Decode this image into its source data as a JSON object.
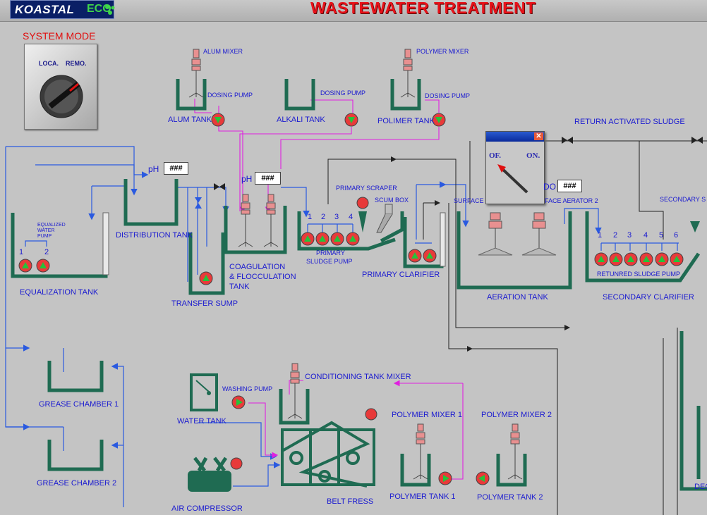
{
  "header": {
    "logo_text": "KOASTAL",
    "logo_eco": "ECO",
    "title": "WASTEWATER TREATMENT"
  },
  "system_mode": {
    "label": "SYSTEM MODE",
    "left": "LOCA.",
    "right": "REMO."
  },
  "mixers": {
    "alum_mixer": "ALUM MIXER",
    "polymer_mixer": "POLYMER MIXER",
    "conditioning_mixer": "CONDITIONING TANK MIXER",
    "polymer_mixer_1": "POLYMER MIXER 1",
    "polymer_mixer_2": "POLYMER MIXER 2"
  },
  "dosing": {
    "pump1": "DOSING PUMP",
    "pump2": "DOSING PUMP",
    "pump3": "DOSING PUMP"
  },
  "tanks": {
    "alum": "ALUM TANK",
    "alkali": "ALKALI TANK",
    "polimer": "POLIMER TANK",
    "equalization": "EQUALIZATION TANK",
    "equalized_pump": "EQUALIZED WATER PUMP",
    "distribution": "DISTRIBUTION TANK",
    "transfer_sump": "TRANSFER SUMP",
    "coag1": "COAGULATION",
    "coag2": "& FLOCCULATION",
    "coag3": "TANK",
    "primary_sludge1": "PRIMARY",
    "primary_sludge2": "SLUDGE PUMP",
    "primary_clarifier": "PRIMARY CLARIFIER",
    "primary_scraper": "PRIMARY SCRAPER",
    "scum_box": "SCUM BOX",
    "aeration": "AERATION TANK",
    "surface": "SURFACE",
    "surface_aerator2": "FACE AERATOR 2",
    "return_sludge": "RETURN ACTIVATED SLUDGE",
    "returned_pump": "RETUNRED SLUDGE PUMP",
    "secondary_clarifier": "SECONDARY CLARIFIER",
    "secondary_s": "SECONDARY S",
    "deco": "DEC",
    "grease1": "GREASE CHAMBER 1",
    "grease2": "GREASE CHAMBER 2",
    "water_tank": "WATER TANK",
    "washing_pump": "WASHING PUMP",
    "air_compressor": "AIR COMPRESSOR",
    "belt_press": "BELT FRESS",
    "polymer_tank1": "POLYMER TANK 1",
    "polymer_tank2": "POLYMER TANK 2"
  },
  "readouts": {
    "ph1_label": "pH",
    "ph1_value": "###",
    "ph2_label": "pH",
    "ph2_value": "###",
    "do_label": "DO",
    "do_value": "###"
  },
  "pump_numbers": {
    "eq1": "1",
    "eq2": "2",
    "p1": "1",
    "p2": "2",
    "p3": "3",
    "p4": "4",
    "r1": "1",
    "r2": "2",
    "r3": "3",
    "r4": "4",
    "r5": "5",
    "r6": "6"
  },
  "popup": {
    "off": "OF.",
    "on": "ON."
  },
  "colors": {
    "tank": "#1f6b52",
    "pipe_blue": "#2a5ae0",
    "pipe_magenta": "#e020e0",
    "pump_red": "#e83a3a",
    "pump_green": "#26c23a"
  }
}
